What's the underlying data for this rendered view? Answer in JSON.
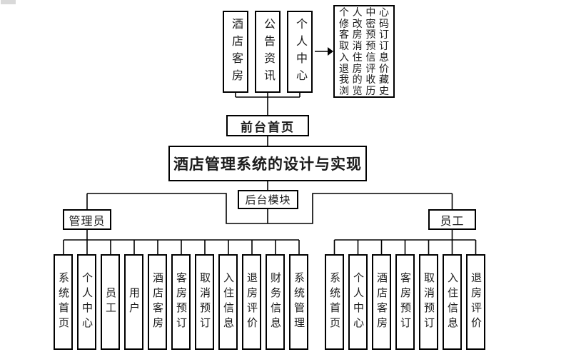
{
  "title_box": {
    "label": "酒店管理系统的设计与实现"
  },
  "front_home": {
    "label": "前台首页"
  },
  "backend": {
    "label": "后台模块"
  },
  "front_modules": [
    "酒店客房",
    "公告资讯",
    "个人中心"
  ],
  "personal_center_menu": {
    "lines": [
      "个人中心",
      "修改密码",
      "客房预订",
      "取消预订",
      "入住信息",
      "退房评价",
      "我的收藏",
      "浏览历史"
    ]
  },
  "admin": {
    "label": "管理员",
    "children": [
      "系统首页",
      "个人中心",
      "员工",
      "用户",
      "酒店客房",
      "客房预订",
      "取消预订",
      "入住信息",
      "退房评价",
      "财务信息",
      "系统管理"
    ]
  },
  "staff": {
    "label": "员工",
    "children": [
      "系统首页",
      "个人中心",
      "酒店客房",
      "客房预订",
      "取消预订",
      "入住信息",
      "退房评价"
    ]
  },
  "colors": {
    "line": "#000000",
    "background": "#ffffff",
    "text": "#1a1a1a"
  }
}
